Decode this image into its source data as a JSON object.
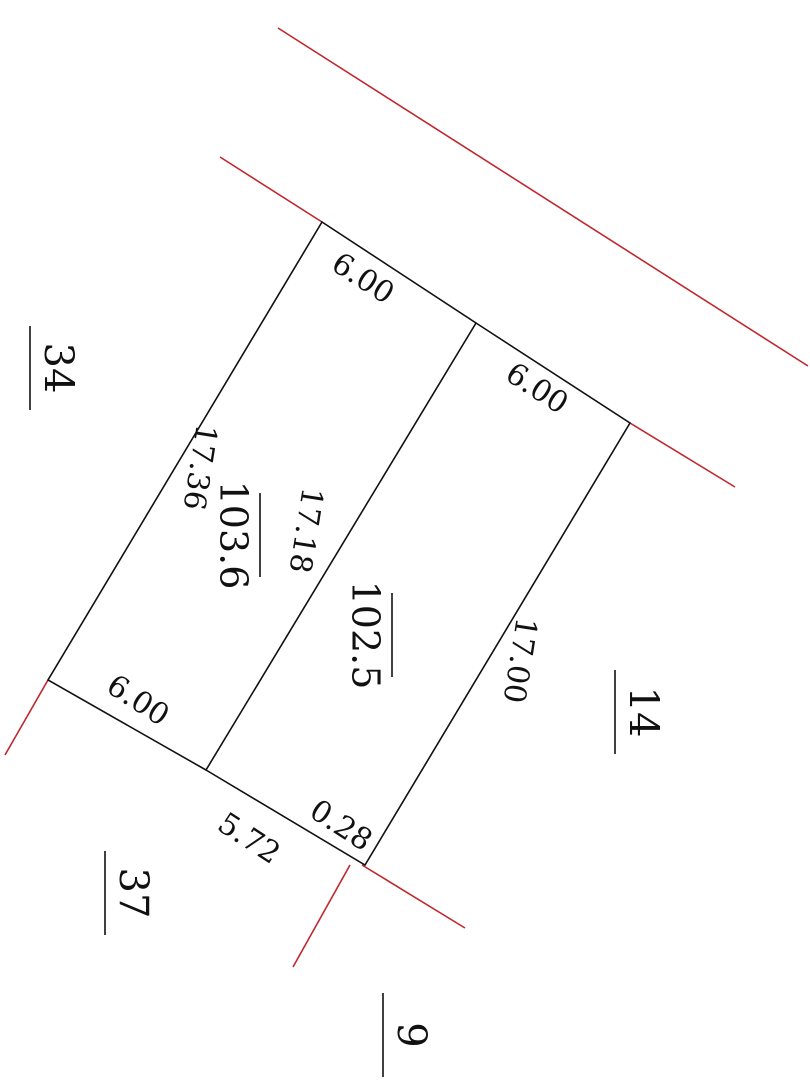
{
  "drawing": {
    "colors": {
      "boundary": "#111111",
      "road_lines": "#c0272d",
      "text": "#111111",
      "background": "#ffffff"
    },
    "plots": [
      {
        "area": "103.6",
        "sides": {
          "top": "6.00",
          "left": "17.36",
          "bottom": "6.00",
          "right": "17.18"
        }
      },
      {
        "area": "102.5",
        "sides": {
          "top": "6.00",
          "right": "17.00",
          "bottom_a": "5.72",
          "bottom_b": "0.28"
        }
      }
    ],
    "neighbor_parcels": [
      "34",
      "14",
      "37",
      "9"
    ]
  }
}
